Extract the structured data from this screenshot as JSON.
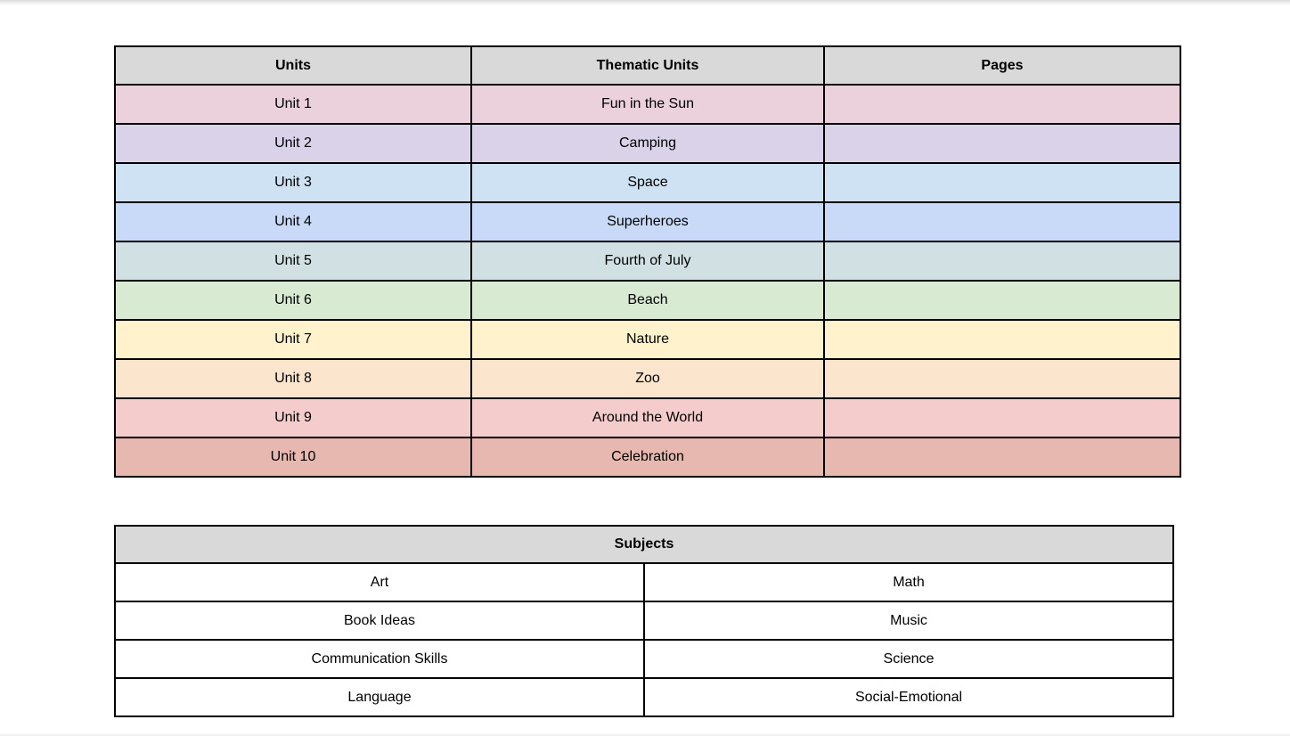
{
  "page": {
    "background": "#ffffff",
    "text_color": "#000000",
    "border_color": "#000000",
    "header_bg": "#d9d9d9"
  },
  "units_table": {
    "headers": [
      "Units",
      "Thematic Units",
      "Pages"
    ],
    "rows": [
      {
        "unit": "Unit 1",
        "theme": "Fun in the Sun",
        "pages": "",
        "bg": "#ead1dc"
      },
      {
        "unit": "Unit 2",
        "theme": "Camping",
        "pages": "",
        "bg": "#d9d2e9"
      },
      {
        "unit": "Unit 3",
        "theme": "Space",
        "pages": "",
        "bg": "#cfe2f3"
      },
      {
        "unit": "Unit 4",
        "theme": "Superheroes",
        "pages": "",
        "bg": "#c9daf8"
      },
      {
        "unit": "Unit 5",
        "theme": "Fourth of July",
        "pages": "",
        "bg": "#d0e0e3"
      },
      {
        "unit": "Unit 6",
        "theme": "Beach",
        "pages": "",
        "bg": "#d9ead3"
      },
      {
        "unit": "Unit 7",
        "theme": "Nature",
        "pages": "",
        "bg": "#fff2cc"
      },
      {
        "unit": "Unit 8",
        "theme": "Zoo",
        "pages": "",
        "bg": "#fce5cd"
      },
      {
        "unit": "Unit 9",
        "theme": "Around the World",
        "pages": "",
        "bg": "#f4cccc"
      },
      {
        "unit": "Unit 10",
        "theme": "Celebration",
        "pages": "",
        "bg": "#e6b8af"
      }
    ]
  },
  "subjects_table": {
    "title": "Subjects",
    "rows": [
      {
        "left": "Art",
        "right": "Math"
      },
      {
        "left": "Book Ideas",
        "right": "Music"
      },
      {
        "left": "Communication Skills",
        "right": "Science"
      },
      {
        "left": "Language",
        "right": "Social-Emotional"
      }
    ]
  }
}
